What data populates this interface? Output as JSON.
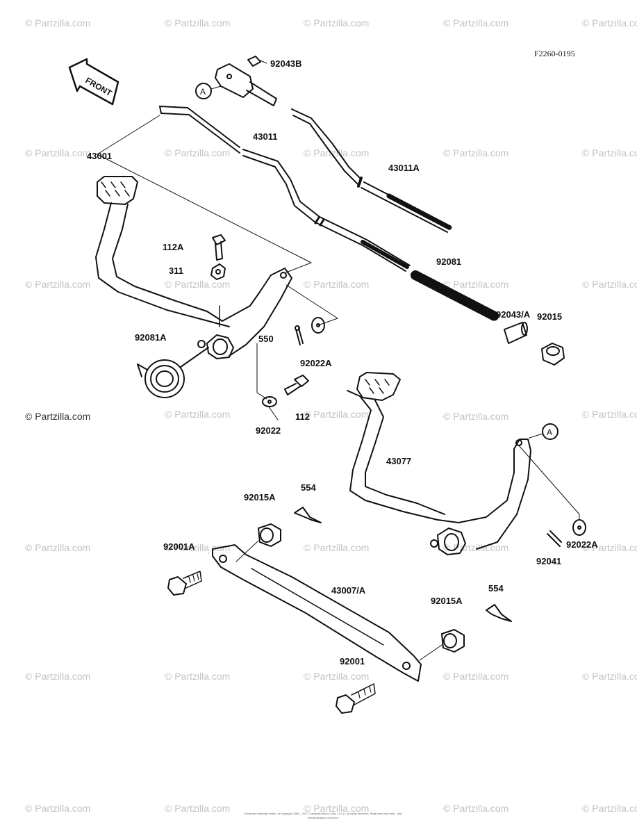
{
  "figure_code": "F2260-0195",
  "front_arrow_text": "FRONT",
  "callout_letter": "A",
  "watermark_text": "© Partzilla.com",
  "parts": {
    "p92043B": "92043B",
    "p43011": "43011",
    "p43011A": "43011A",
    "p43001": "43001",
    "p112A": "112A",
    "p311": "311",
    "p92081": "92081",
    "p92043A": "92043/A",
    "p92015": "92015",
    "p550": "550",
    "p92081A": "92081A",
    "p92022A_top": "92022A",
    "p112": "112",
    "p92022": "92022",
    "p43077": "43077",
    "p92015A_left": "92015A",
    "p554_left": "554",
    "p92001A": "92001A",
    "p92022A_right": "92022A",
    "p92041": "92041",
    "p43007A": "43007/A",
    "p554_right": "554",
    "p92015A_right": "92015A",
    "p92001": "92001"
  },
  "footer_text": "Kawasaki materials within, all copyright 1985 - 2017, Kawasaki Motor Corp. U.S.A. All rights reserved. Page may only exist - any text/illustrations removed"
}
